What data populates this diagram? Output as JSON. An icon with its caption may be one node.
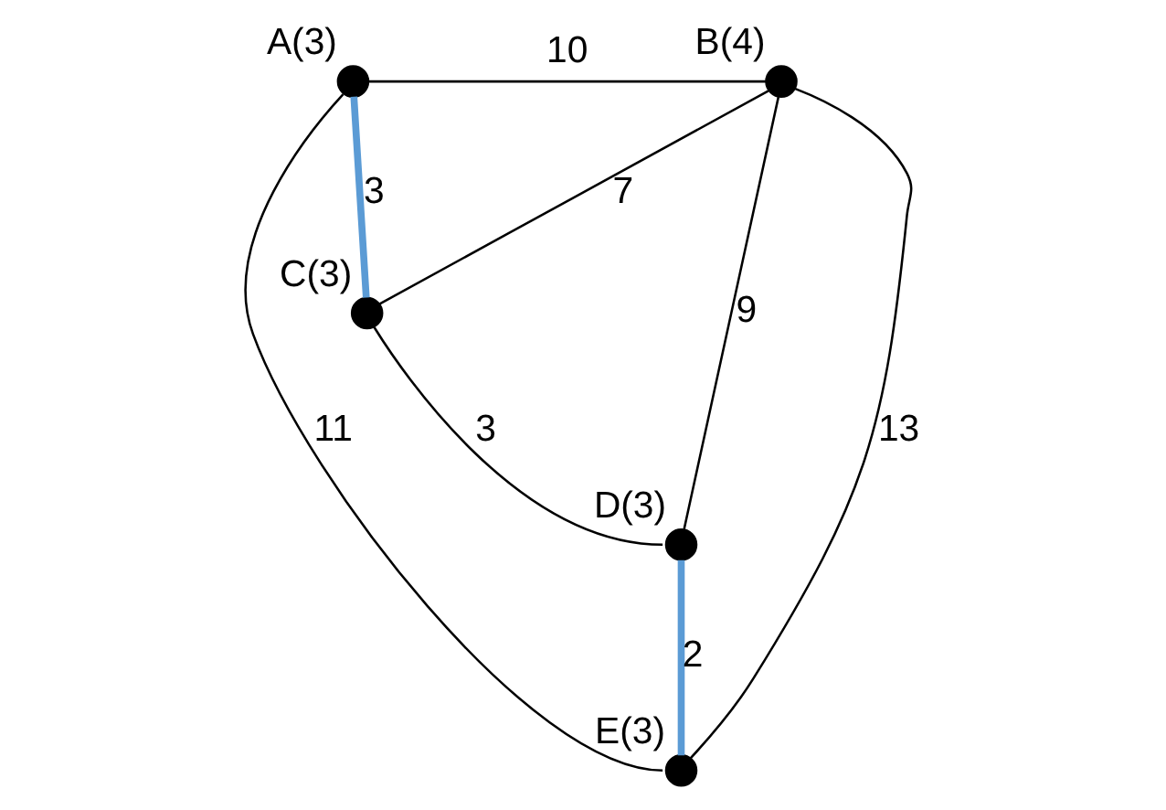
{
  "diagram": {
    "nodes": [
      {
        "text": [],
        "shape": "circle",
        "beside": [
          "A(3)"
        ]
      },
      {
        "text": [],
        "shape": "circle",
        "beside": [
          "B(4)"
        ]
      },
      {
        "text": [],
        "shape": "circle",
        "beside": [
          "C(3)"
        ]
      },
      {
        "text": [],
        "shape": "circle",
        "beside": [
          "D(3)"
        ]
      },
      {
        "text": [],
        "shape": "circle",
        "beside": [
          "E(3)"
        ]
      }
    ],
    "edges": [
      {
        "from": 0,
        "to": 1,
        "arrow": "none",
        "label": "10"
      },
      {
        "from": 0,
        "to": 2,
        "arrow": "none",
        "label": "3",
        "style": "thick",
        "color": "#5b9bd5"
      },
      {
        "from": 2,
        "to": 1,
        "arrow": "none",
        "label": "7"
      },
      {
        "from": 2,
        "to": 3,
        "arrow": "none",
        "label": "3"
      },
      {
        "from": 3,
        "to": 1,
        "arrow": "none",
        "label": "9"
      },
      {
        "from": 3,
        "to": 4,
        "arrow": "none",
        "label": "2",
        "style": "thick",
        "color": "#5b9bd5"
      },
      {
        "from": 4,
        "to": 1,
        "arrow": "none",
        "label": "13"
      },
      {
        "from": 0,
        "to": 4,
        "arrow": "none",
        "label": "11"
      }
    ]
  }
}
